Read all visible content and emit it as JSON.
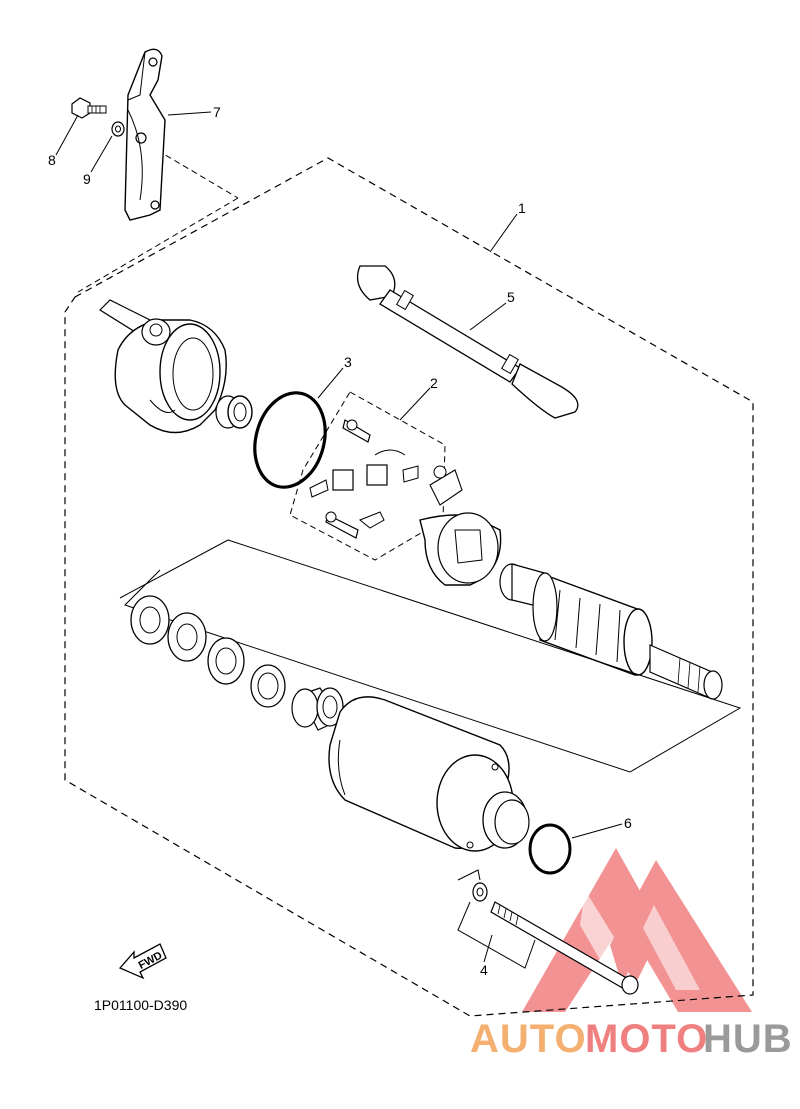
{
  "diagram": {
    "code": "1P01100-D390",
    "fwd_label": "FWD",
    "callouts": [
      "1",
      "2",
      "3",
      "4",
      "5",
      "6",
      "7",
      "8",
      "9"
    ]
  },
  "watermark": {
    "word_part1": "AUTO",
    "word_part2": "MOTO",
    "word_part3": "HUB",
    "color_main": "#f08080",
    "color_auto": "#f4b070",
    "color_hub": "#9a9a9a"
  }
}
